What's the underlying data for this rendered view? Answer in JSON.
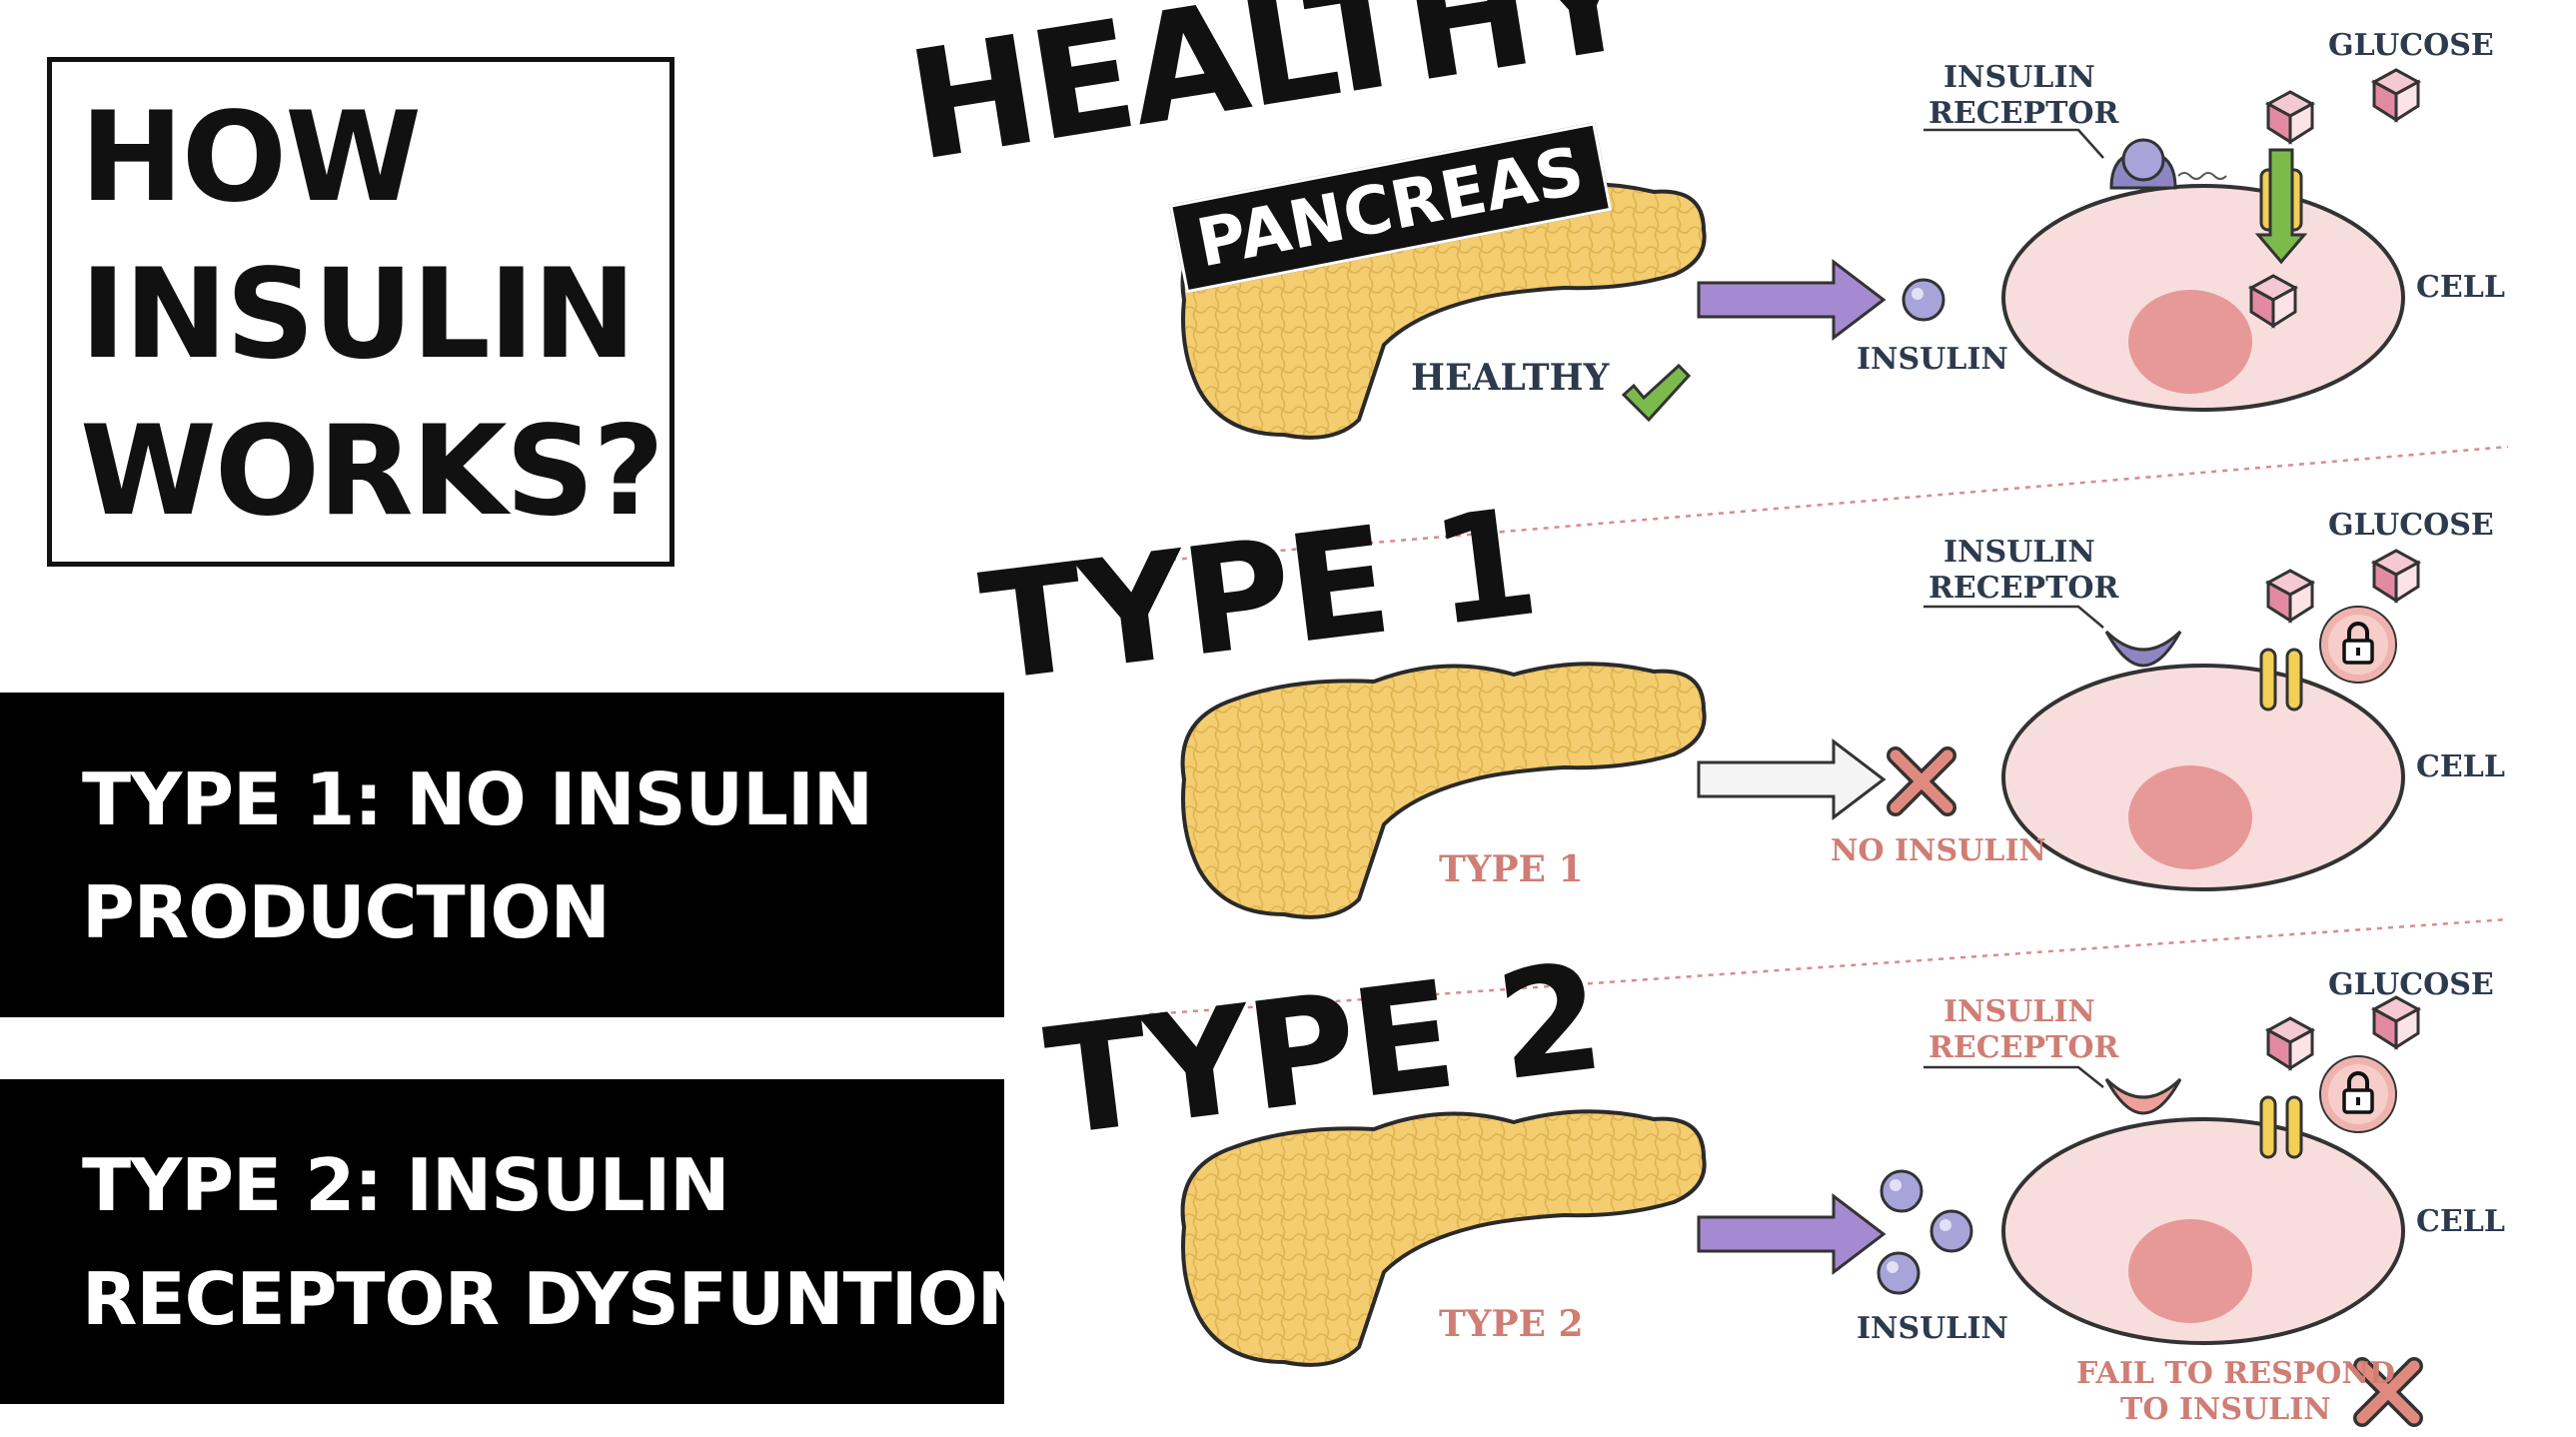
{
  "title": {
    "lines": [
      "HOW",
      "INSULIN",
      "WORKS?"
    ]
  },
  "summary": {
    "type1": {
      "lines": [
        "TYPE 1: NO INSULIN",
        "PRODUCTION"
      ]
    },
    "type2": {
      "lines": [
        "TYPE 2: INSULIN",
        "RECEPTOR DYSFUNTION"
      ]
    }
  },
  "rows": {
    "healthy": {
      "big_label": "HEALTHY",
      "tag": "PANCREAS",
      "status": "HEALTHY",
      "insulin": "INSULIN",
      "receptor_lines": [
        "INSULIN",
        "RECEPTOR"
      ],
      "glucose": "GLUCOSE",
      "cell": "CELL"
    },
    "type1": {
      "big_label": "TYPE 1",
      "status": "TYPE 1",
      "insulin": "NO INSULIN",
      "receptor_lines": [
        "INSULIN",
        "RECEPTOR"
      ],
      "glucose": "GLUCOSE",
      "cell": "CELL"
    },
    "type2": {
      "big_label": "TYPE 2",
      "status": "TYPE 2",
      "insulin": "INSULIN",
      "receptor_lines": [
        "INSULIN",
        "RECEPTOR"
      ],
      "glucose": "GLUCOSE",
      "cell": "CELL",
      "fail_lines": [
        "FAIL TO RESPOND",
        "TO INSULIN"
      ]
    }
  },
  "colors": {
    "pancreas": "#f3cd6f",
    "cell_fill": "#f7dedd",
    "nucleus": "#e79997",
    "arrow": "#a58ad1",
    "insulin": "#a8a3d8",
    "receptor": "#8d86c3",
    "channel": "#f2cf55",
    "check": "#7bbb4c",
    "cross": "#d7776e"
  }
}
